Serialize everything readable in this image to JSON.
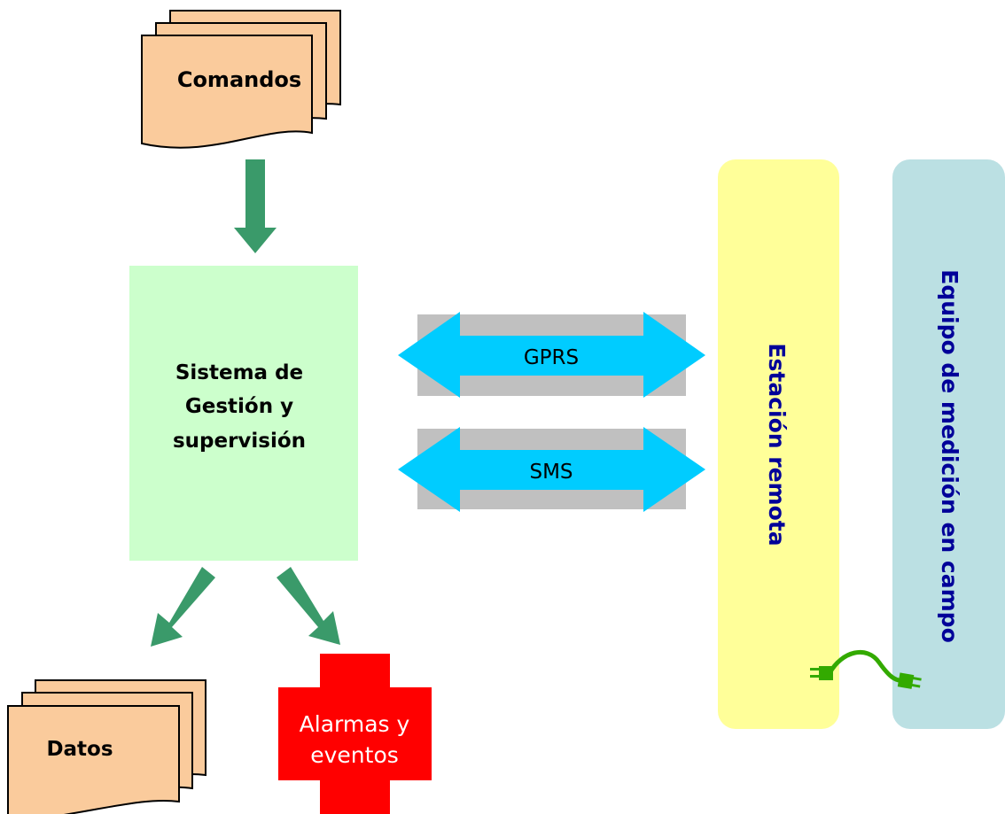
{
  "nodes": {
    "comandos": "Comandos",
    "sistema_line1": "Sistema de",
    "sistema_line2": "Gestión y",
    "sistema_line3": "supervisión",
    "datos": "Datos",
    "alarmas_line1": "Alarmas y",
    "alarmas_line2": "eventos",
    "estacion": "Estación remota",
    "equipo": "Equipo de medición en campo"
  },
  "links": {
    "gprs": "GPRS",
    "sms": "SMS"
  },
  "colors": {
    "document_fill": "#FACB9C",
    "arrow_green": "#3A9A6A",
    "system_fill": "#CCFFCC",
    "link_arrow": "#00CCFF",
    "link_bar": "#C0C0C0",
    "alarm_red": "#FF0000",
    "estacion_fill": "#FFFF99",
    "equipo_fill": "#BBE0E3",
    "vertical_text": "#000099",
    "plug_green": "#33AA00"
  }
}
